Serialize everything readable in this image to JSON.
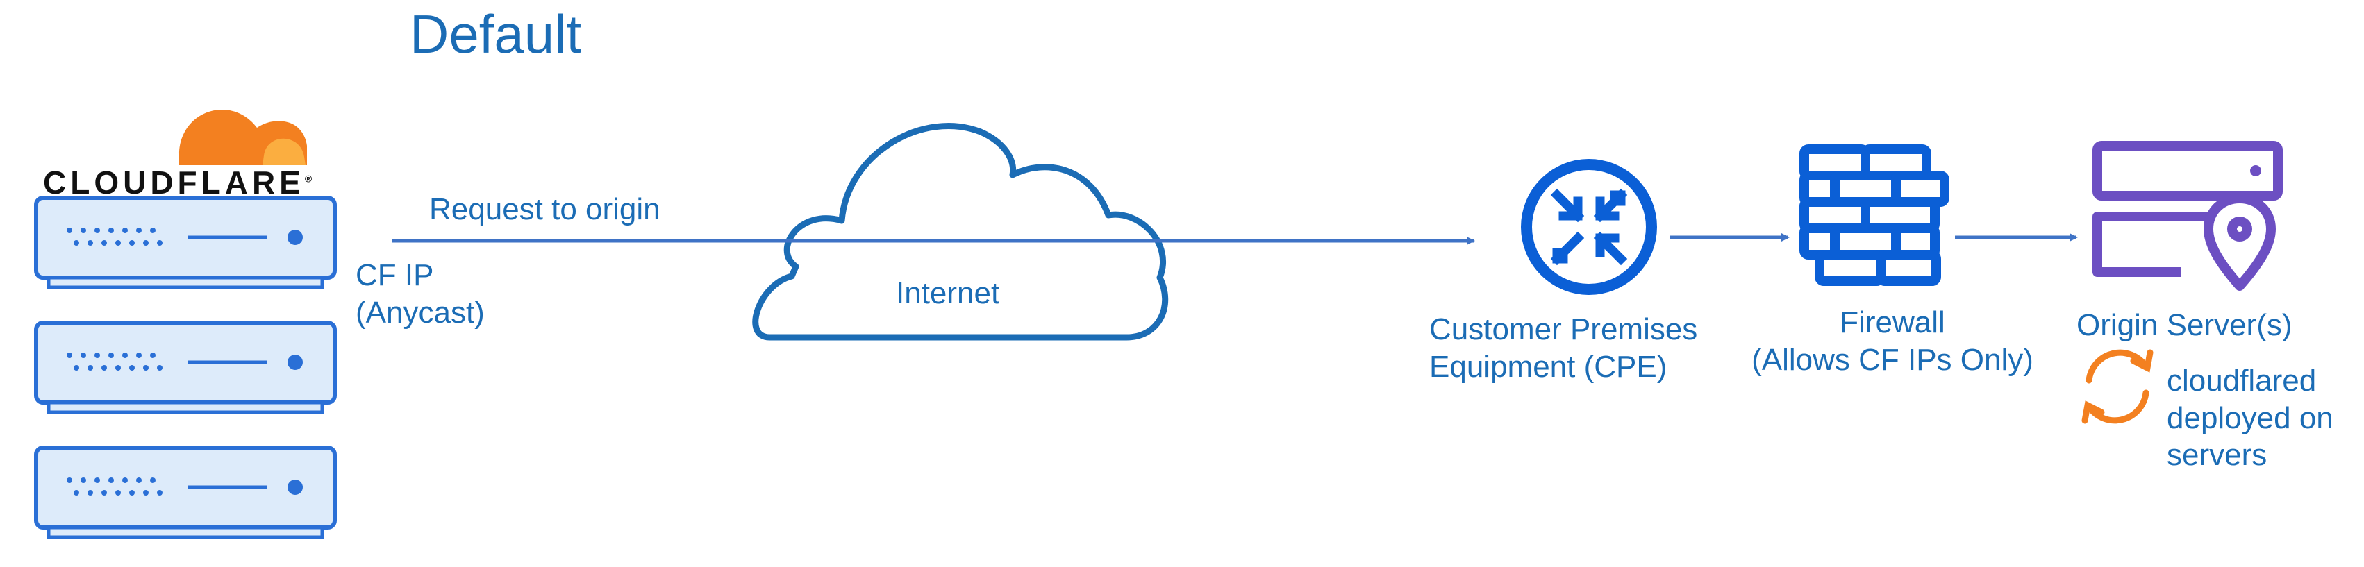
{
  "title": "Default",
  "brand": {
    "wordmark": "CLOUDFLARE",
    "mark": "®"
  },
  "labels": {
    "request": "Request to origin",
    "cf_ip_line1": "CF IP",
    "cf_ip_line2": "(Anycast)",
    "internet": "Internet",
    "cpe_line1": "Customer Premises",
    "cpe_line2": "Equipment (CPE)",
    "firewall_line1": "Firewall",
    "firewall_line2": "(Allows CF IPs Only)",
    "origin": "Origin Server(s)",
    "cloudflared_line1": "cloudflared",
    "cloudflared_line2": "deployed on",
    "cloudflared_line3": "servers"
  },
  "icons": [
    "cloudflare-logo-icon",
    "server-rack-icon",
    "cloud-icon",
    "router-icon",
    "firewall-brick-icon",
    "origin-server-location-icon",
    "sync-arrows-icon"
  ],
  "colors": {
    "blue": "#1B6CB5",
    "icon_blue": "#0B5FD6",
    "server_stroke": "#2A6FD6",
    "server_fill": "#DDEBFA",
    "orange": "#F38020",
    "orange_light": "#FBAE40",
    "purple": "#6C4FC2"
  }
}
